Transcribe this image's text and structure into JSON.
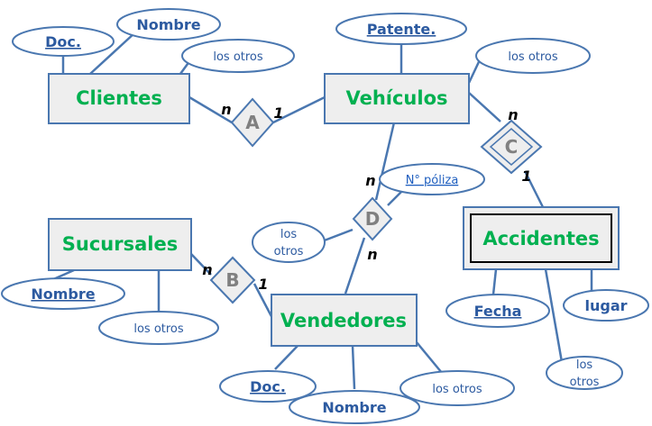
{
  "entities": {
    "clientes": "Clientes",
    "vehiculos": "Vehículos",
    "sucursales": "Sucursales",
    "vendedores": "Vendedores",
    "accidentes": "Accidentes"
  },
  "attributes": {
    "nombre_cli": "Nombre",
    "doc_cli": "Doc.",
    "otros_cli": "los otros",
    "patente": "Patente.",
    "otros_veh": "los otros",
    "poliza": "N° póliza",
    "otros_d_line1": "los",
    "otros_d_line2": "otros",
    "nombre_suc": "Nombre",
    "otros_suc": "los otros",
    "doc_ven": "Doc.",
    "nombre_ven": "Nombre",
    "otros_ven": "los otros",
    "fecha": "Fecha",
    "lugar": "lugar",
    "otros_acc_line1": "los",
    "otros_acc_line2": "otros"
  },
  "relationships": {
    "a": "A",
    "b": "B",
    "c": "C",
    "d": "D"
  },
  "cardinalities": {
    "a_clientes": "n",
    "a_vehiculos": "1",
    "c_vehiculos": "n",
    "c_accidentes": "1",
    "d_vehiculos": "n",
    "d_vendedores": "n",
    "b_sucursales": "n",
    "b_vendedores": "1"
  },
  "colors": {
    "entity_text": "#00b050",
    "line": "#4a77b0",
    "attribute_text": "#2c5aa0",
    "relationship_text": "#808080"
  }
}
